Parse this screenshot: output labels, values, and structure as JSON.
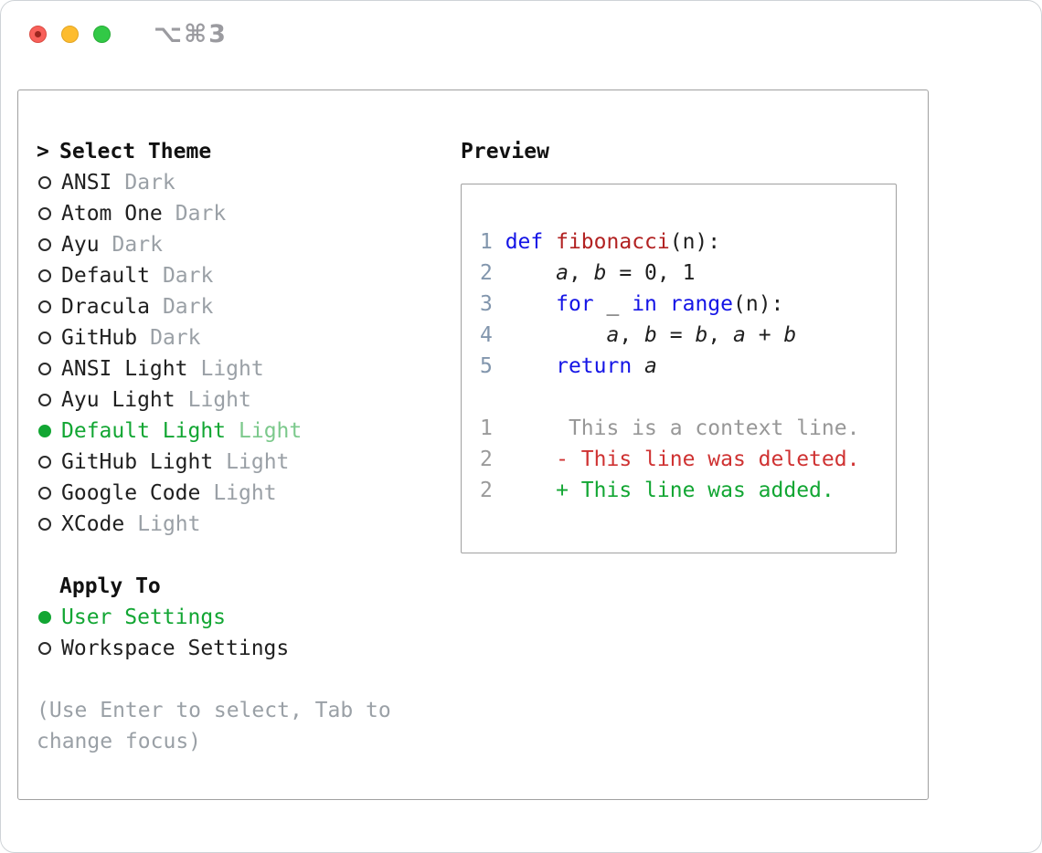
{
  "window": {
    "shortcut_label": "⌥⌘3"
  },
  "theme_picker": {
    "title_prefix": ">",
    "title": "Select Theme",
    "items": [
      {
        "name": "ANSI",
        "variant": "Dark",
        "selected": false
      },
      {
        "name": "Atom One",
        "variant": "Dark",
        "selected": false
      },
      {
        "name": "Ayu",
        "variant": "Dark",
        "selected": false
      },
      {
        "name": "Default",
        "variant": "Dark",
        "selected": false
      },
      {
        "name": "Dracula",
        "variant": "Dark",
        "selected": false
      },
      {
        "name": "GitHub",
        "variant": "Dark",
        "selected": false
      },
      {
        "name": "ANSI Light",
        "variant": "Light",
        "selected": false
      },
      {
        "name": "Ayu Light",
        "variant": "Light",
        "selected": false
      },
      {
        "name": "Default Light",
        "variant": "Light",
        "selected": true
      },
      {
        "name": "GitHub Light",
        "variant": "Light",
        "selected": false
      },
      {
        "name": "Google Code",
        "variant": "Light",
        "selected": false
      },
      {
        "name": "XCode",
        "variant": "Light",
        "selected": false
      }
    ],
    "apply_to_title": "Apply To",
    "apply_to_options": [
      {
        "label": "User Settings",
        "selected": true
      },
      {
        "label": "Workspace Settings",
        "selected": false
      }
    ],
    "hint": "(Use Enter to select, Tab to\nchange focus)"
  },
  "preview": {
    "title": "Preview",
    "lines": [
      {
        "kind": "code",
        "tokens": [
          [
            "1 ",
            "ln"
          ],
          [
            "def",
            "kw"
          ],
          [
            " ",
            "pl"
          ],
          [
            "fibonacci",
            "fn"
          ],
          [
            "(n):",
            "pl"
          ]
        ]
      },
      {
        "kind": "code",
        "tokens": [
          [
            "2 ",
            "ln"
          ],
          [
            "    ",
            "pl"
          ],
          [
            "a",
            "var"
          ],
          [
            ", ",
            "pl"
          ],
          [
            "b",
            "var"
          ],
          [
            " = 0, 1",
            "pl"
          ]
        ]
      },
      {
        "kind": "code",
        "tokens": [
          [
            "3 ",
            "ln"
          ],
          [
            "    ",
            "pl"
          ],
          [
            "for",
            "kw"
          ],
          [
            " _ ",
            "pl"
          ],
          [
            "in",
            "kw"
          ],
          [
            " ",
            "pl"
          ],
          [
            "range",
            "kw"
          ],
          [
            "(n):",
            "pl"
          ]
        ]
      },
      {
        "kind": "code",
        "tokens": [
          [
            "4 ",
            "ln"
          ],
          [
            "        ",
            "pl"
          ],
          [
            "a",
            "var"
          ],
          [
            ", ",
            "pl"
          ],
          [
            "b",
            "var"
          ],
          [
            " = ",
            "pl"
          ],
          [
            "b",
            "var"
          ],
          [
            ", ",
            "pl"
          ],
          [
            "a",
            "var"
          ],
          [
            " + ",
            "pl"
          ],
          [
            "b",
            "var"
          ]
        ]
      },
      {
        "kind": "code",
        "tokens": [
          [
            "5 ",
            "ln"
          ],
          [
            "    ",
            "pl"
          ],
          [
            "return",
            "kw"
          ],
          [
            " ",
            "pl"
          ],
          [
            "a",
            "var"
          ]
        ]
      },
      {
        "kind": "blank",
        "tokens": []
      },
      {
        "kind": "context",
        "tokens": [
          [
            "1",
            "dln"
          ],
          [
            "      This is a context line.",
            "ctx"
          ]
        ]
      },
      {
        "kind": "deleted",
        "tokens": [
          [
            "2",
            "dln"
          ],
          [
            "     - This line was deleted.",
            "del"
          ]
        ]
      },
      {
        "kind": "added",
        "tokens": [
          [
            "2",
            "dln"
          ],
          [
            "     + This line was added.",
            "add"
          ]
        ]
      }
    ]
  },
  "colors": {
    "accent_green": "#12a633",
    "selected_variant_green": "#7cc98c",
    "deleted_red": "#cf3232",
    "keyword_blue": "#1414e6",
    "function_red": "#b22222",
    "code_linenum": "#8296ad",
    "diff_linenum": "#9a9a9a",
    "context_gray": "#979797",
    "muted_gray": "#9aa0a6",
    "text_dark": "#1f1f1f",
    "panel_border": "#a0a0a0",
    "close_red": "#f8605a",
    "minimize_yellow": "#fdbc2f",
    "zoom_green": "#32c946"
  }
}
